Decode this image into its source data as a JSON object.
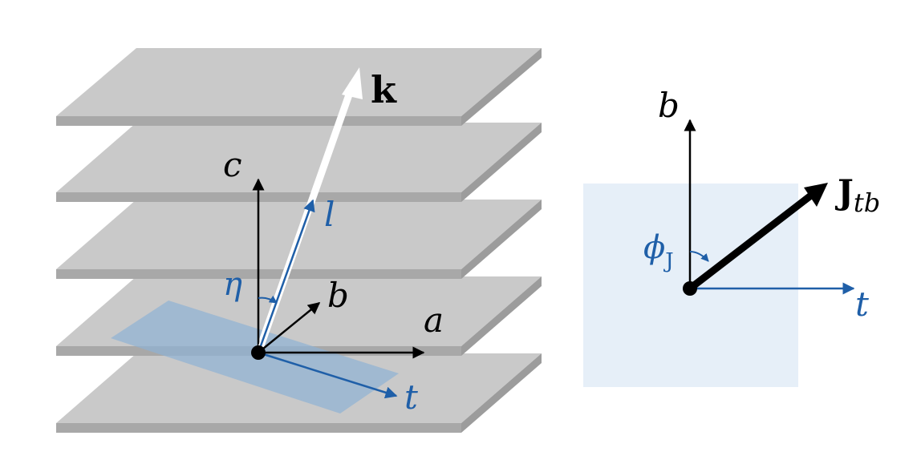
{
  "colors": {
    "plane_top": "#c9c9c9",
    "plane_front": "#a8a8a8",
    "plane_side": "#9c9c9c",
    "black": "#000000",
    "blue": "#1f5fa8",
    "blue_light": "#4a8fd0",
    "tb_plane_left": "#a9c3da",
    "tb_plane_right": "#e6eff8"
  },
  "left_diagram": {
    "k_label": "k",
    "c_label": "c",
    "l_label": "l",
    "eta_label": "η",
    "b_label": "b",
    "a_label": "a",
    "t_label": "t"
  },
  "right_diagram": {
    "b_label": "b",
    "j_label": "J",
    "j_subscript": "tb",
    "phi_label": "ϕ",
    "phi_subscript": "J",
    "t_label": "t"
  }
}
